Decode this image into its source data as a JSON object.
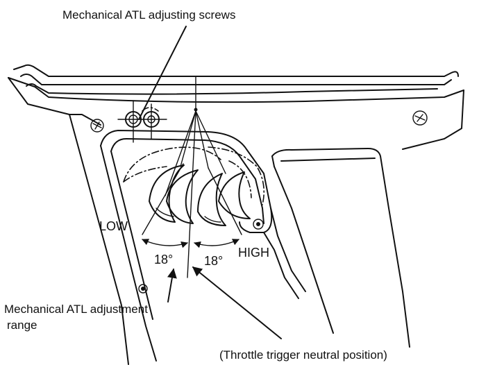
{
  "labels": {
    "screws": "Mechanical ATL adjusting screws",
    "low": "LOW",
    "high": "HIGH",
    "angle_left": "18°",
    "angle_right": "18°",
    "range_line1": "Mechanical ATL adjustment",
    "range_line2": "range",
    "neutral": "(Throttle trigger neutral position)"
  },
  "colors": {
    "ink": "#111111",
    "paper": "#ffffff"
  }
}
